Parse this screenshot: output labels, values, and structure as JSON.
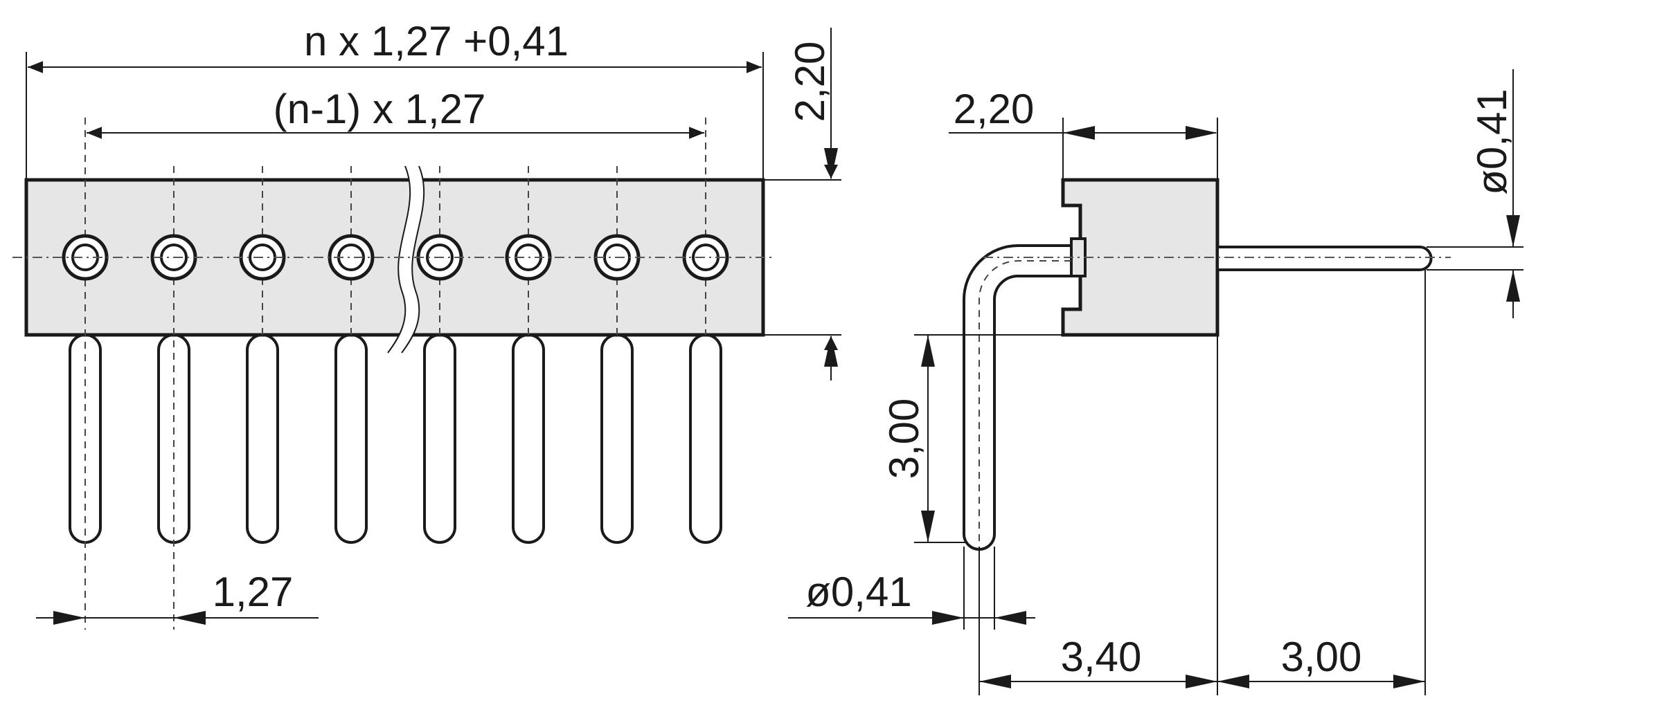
{
  "front_view": {
    "dim_overall": "n x 1,27 +0,41",
    "dim_pitch_span": "(n-1) x 1,27",
    "dim_pitch": "1,27",
    "dim_height": "2,20"
  },
  "side_view": {
    "dim_top_depth": "2,20",
    "dim_pin_diameter_top": "ø0,41",
    "dim_pin_down_length": "3,00",
    "dim_pin_diameter_bottom": "ø0,41",
    "dim_body_offset": "3,40",
    "dim_pin_extension": "3,00"
  },
  "colors": {
    "body_fill": "#e6e6e6",
    "line": "#1a1a1a"
  }
}
